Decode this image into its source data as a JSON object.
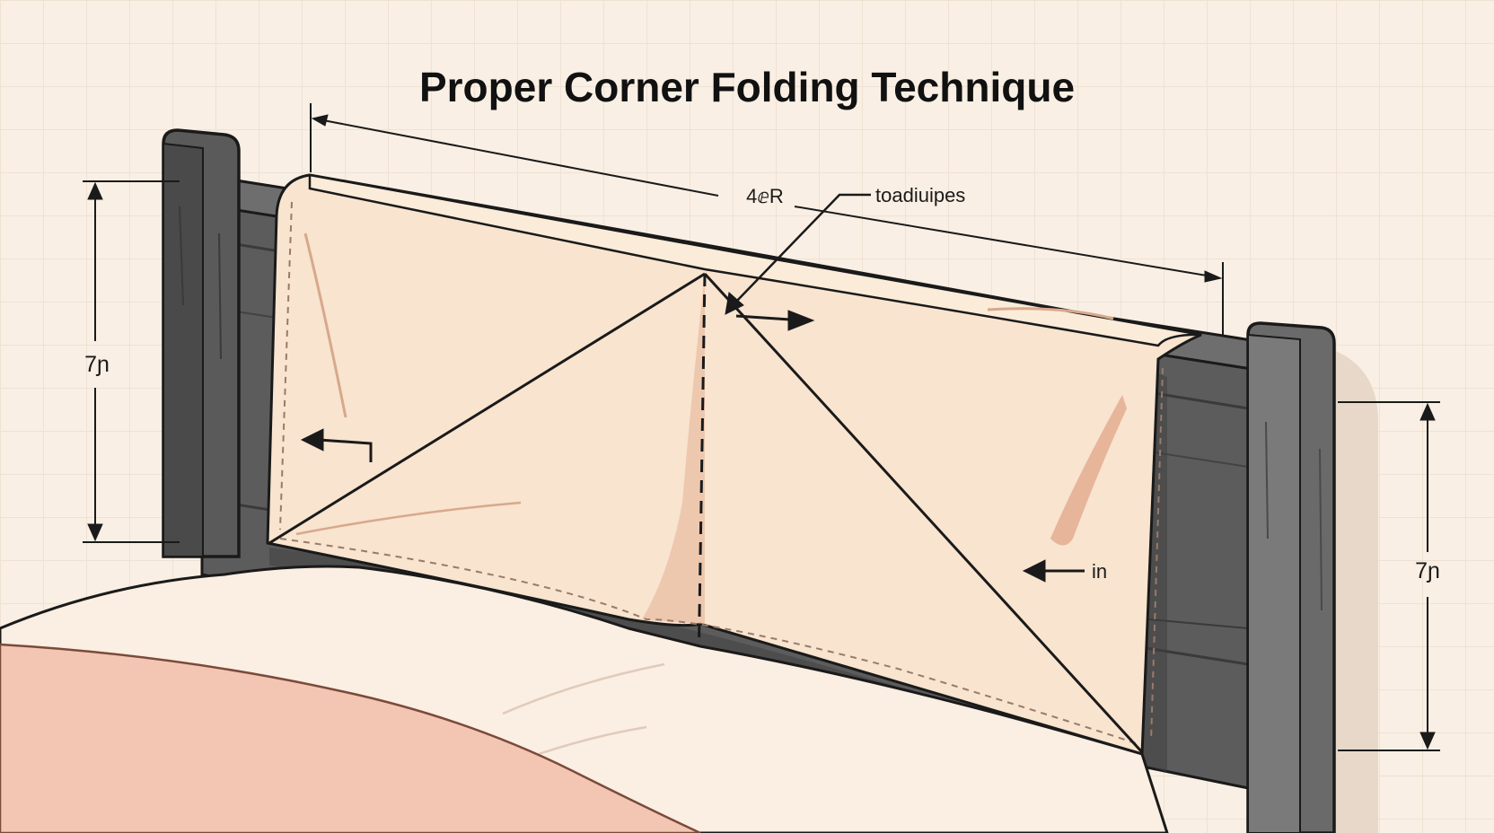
{
  "title": "Proper Corner Folding Technique",
  "labels": {
    "top_width": "4ⅇR",
    "callout": "toadiuipes",
    "left_height": "7ɲ",
    "right_height": "7ɲ",
    "inward_arrow": "in"
  },
  "colors": {
    "background": "#f9efe4",
    "grid": "#efe2d3",
    "wood_dark": "#4d4d4d",
    "wood_mid": "#6b6b6b",
    "sheet": "#f8e4cf",
    "sheet_shadow": "#e9bfa3",
    "mattress": "#fbeee2",
    "blanket": "#f2c6b3",
    "ink": "#1a1a1a"
  }
}
